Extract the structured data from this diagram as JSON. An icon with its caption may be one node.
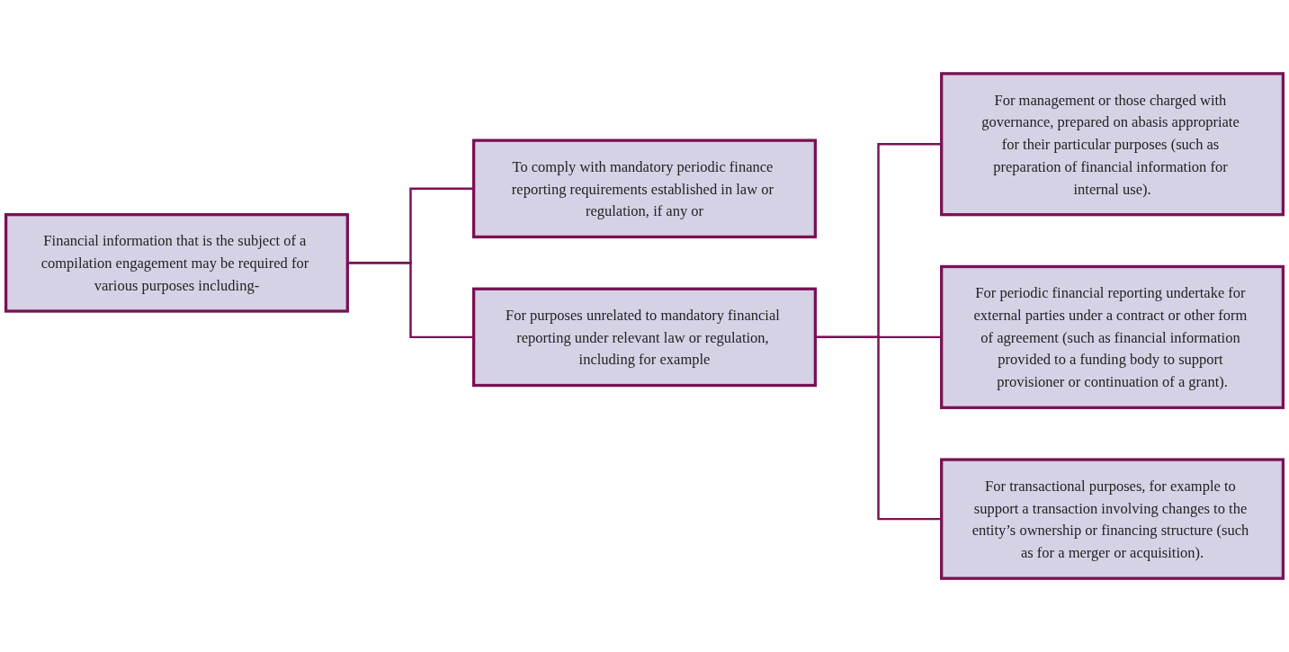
{
  "diagram": {
    "nodes": [
      {
        "text": [
          "Financial information that is the subject of a compilation engagement may be required for various purposes including-"
        ]
      },
      {
        "text": [
          "To comply with mandatory periodic finance reporting requirements established in law or regulation, if any or"
        ]
      },
      {
        "text": [
          "For purposes unrelated to mandatory financial reporting under relevant law or regulation, including for example"
        ]
      },
      {
        "text": [
          "For management or those charged with governance, prepared on abasis appropriate for their particular purposes (such as preparation of financial information for internal use)."
        ]
      },
      {
        "text": [
          "For periodic financial reporting undertake for external parties under a contract or other form of agreement (such as financial information provided to a funding body to support provisioner or continuation of a grant)."
        ]
      },
      {
        "text": [
          "For transactional purposes, for example to support a transaction involving changes to the entity’s ownership or financing structure (such as for a merger or acquisition)."
        ]
      }
    ],
    "edges": [
      {
        "from": 0,
        "to": 1,
        "arrow": "none"
      },
      {
        "from": 0,
        "to": 2,
        "arrow": "none"
      },
      {
        "from": 2,
        "to": 3,
        "arrow": "none"
      },
      {
        "from": 2,
        "to": 4,
        "arrow": "none"
      },
      {
        "from": 2,
        "to": 5,
        "arrow": "none"
      }
    ]
  }
}
